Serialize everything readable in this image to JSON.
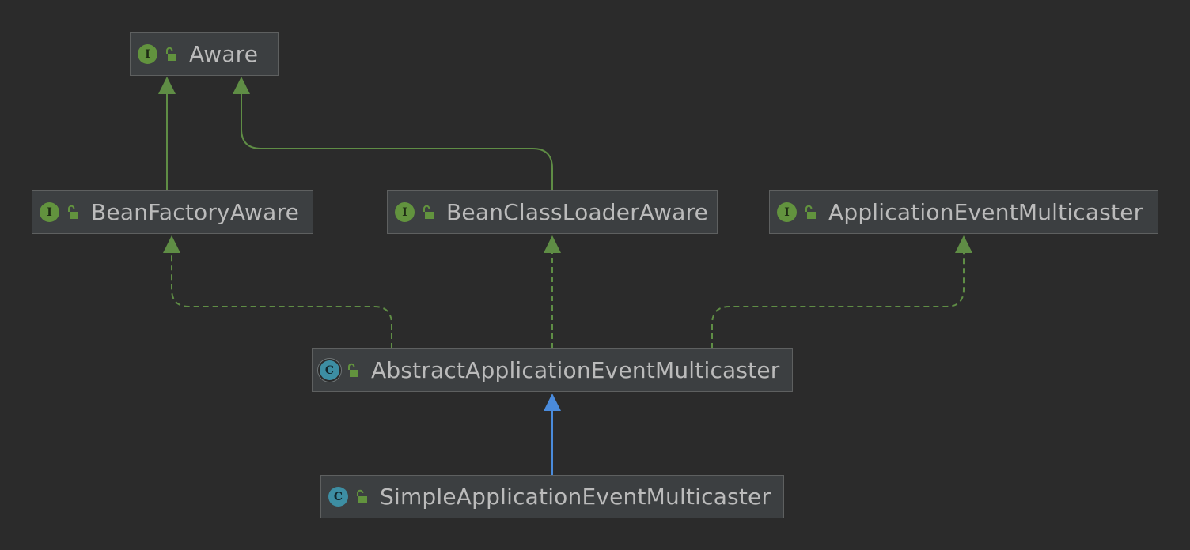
{
  "colors": {
    "background": "#2b2b2b",
    "node_fill": "#3c3f41",
    "node_border": "#5e6060",
    "text": "#bbbbbb",
    "interface_badge": "#62933e",
    "class_badge": "#3d8ea3",
    "implements_edge": "#5f8d45",
    "extends_edge": "#4a8bdc"
  },
  "nodes": [
    {
      "id": "aware",
      "name": "Aware",
      "kind": "interface",
      "badge_letter": "I",
      "badge_icon": "interface-icon",
      "visibility_icon": "unlock-icon"
    },
    {
      "id": "beanFactoryAware",
      "name": "BeanFactoryAware",
      "kind": "interface",
      "badge_letter": "I",
      "badge_icon": "interface-icon",
      "visibility_icon": "unlock-icon"
    },
    {
      "id": "beanClassLoaderAware",
      "name": "BeanClassLoaderAware",
      "kind": "interface",
      "badge_letter": "I",
      "badge_icon": "interface-icon",
      "visibility_icon": "unlock-icon"
    },
    {
      "id": "applicationEventMulticaster",
      "name": "ApplicationEventMulticaster",
      "kind": "interface",
      "badge_letter": "I",
      "badge_icon": "interface-icon",
      "visibility_icon": "unlock-icon"
    },
    {
      "id": "abstractApplicationEventMulticaster",
      "name": "AbstractApplicationEventMulticaster",
      "kind": "abstract-class",
      "badge_letter": "C",
      "badge_icon": "abstract-class-icon",
      "visibility_icon": "unlock-icon"
    },
    {
      "id": "simpleApplicationEventMulticaster",
      "name": "SimpleApplicationEventMulticaster",
      "kind": "class",
      "badge_letter": "C",
      "badge_icon": "class-icon",
      "visibility_icon": "unlock-icon"
    }
  ],
  "edges": [
    {
      "from": "beanFactoryAware",
      "to": "aware",
      "relation": "extends",
      "style": "solid",
      "color": "#5f8d45"
    },
    {
      "from": "beanClassLoaderAware",
      "to": "aware",
      "relation": "extends",
      "style": "solid",
      "color": "#5f8d45"
    },
    {
      "from": "abstractApplicationEventMulticaster",
      "to": "beanFactoryAware",
      "relation": "implements",
      "style": "dashed",
      "color": "#5f8d45"
    },
    {
      "from": "abstractApplicationEventMulticaster",
      "to": "beanClassLoaderAware",
      "relation": "implements",
      "style": "dashed",
      "color": "#5f8d45"
    },
    {
      "from": "abstractApplicationEventMulticaster",
      "to": "applicationEventMulticaster",
      "relation": "implements",
      "style": "dashed",
      "color": "#5f8d45"
    },
    {
      "from": "simpleApplicationEventMulticaster",
      "to": "abstractApplicationEventMulticaster",
      "relation": "extends",
      "style": "solid",
      "color": "#4a8bdc"
    }
  ]
}
